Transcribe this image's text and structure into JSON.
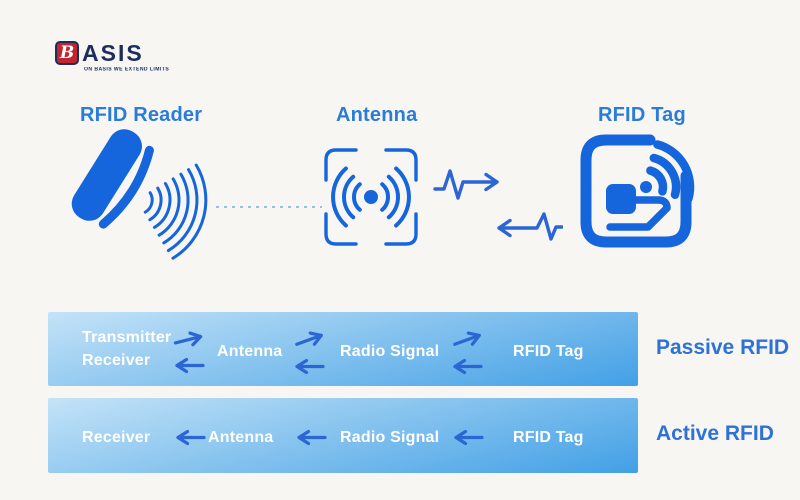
{
  "logo": {
    "mark": "B",
    "name": "ASIS",
    "tagline": "ON BASIS WE EXTEND LIMITS"
  },
  "headings": {
    "reader": "RFID Reader",
    "antenna": "Antenna",
    "tag": "RFID Tag"
  },
  "passive_flow": {
    "label": "Passive RFID",
    "transmitter": "Transmitter",
    "receiver": "Receiver",
    "antenna": "Antenna",
    "radio_signal": "Radio Signal",
    "tag": "RFID Tag"
  },
  "active_flow": {
    "label": "Active RFID",
    "receiver": "Receiver",
    "antenna": "Antenna",
    "radio_signal": "Radio Signal",
    "tag": "RFID Tag"
  },
  "colors": {
    "heading_blue": "#2b7cd9",
    "icon_blue": "#1565dc",
    "arrow_blue": "#2b66d4",
    "bar_gradient_top": "#c4e3f8",
    "bar_gradient_bottom": "#42a0e6",
    "bar_text": "#ffffff",
    "side_label_blue": "#2e72d6",
    "logo_navy": "#1c2d5e",
    "logo_red": "#c4242e",
    "background": "#f7f6f3"
  }
}
